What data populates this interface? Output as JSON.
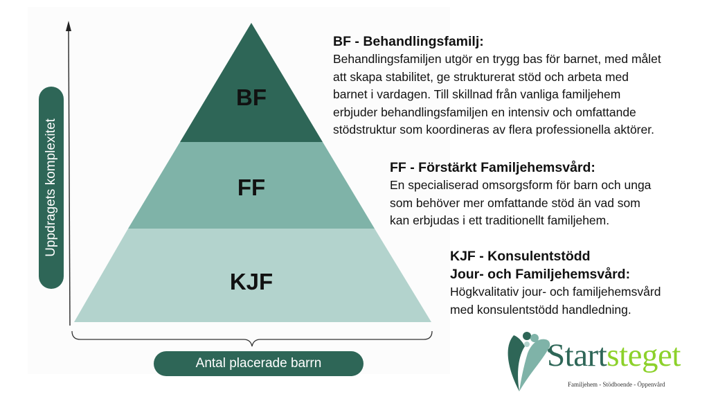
{
  "colors": {
    "bf": "#2e6657",
    "ff": "#7fb3a8",
    "kjf": "#b3d3cd",
    "axis_pill": "#2e6657",
    "logo_dark": "#2e6657",
    "logo_light": "#8cd12a"
  },
  "pyramid": {
    "levels": [
      {
        "label": "BF"
      },
      {
        "label": "FF"
      },
      {
        "label": "KJF"
      }
    ]
  },
  "axes": {
    "y_label": "Uppdragets komplexitet",
    "x_label": "Antal placerade barrn"
  },
  "descriptions": [
    {
      "title": "BF - Behandlingsfamilj:",
      "lines": [
        "Behandlingsfamiljen utgör en trygg bas för barnet, med målet",
        "att skapa stabilitet, ge strukturerat stöd och arbeta med",
        "barnet i vardagen. Till skillnad från vanliga familjehem",
        "erbjuder behandlingsfamiljen en intensiv och omfattande",
        "stödstruktur som koordineras av flera professionella aktörer."
      ]
    },
    {
      "title": "FF - Förstärkt Familjehemsvård:",
      "lines": [
        "En specialiserad omsorgsform för barn och unga",
        "som behöver mer omfattande stöd än vad som",
        "kan erbjudas i ett traditionellt familjehem."
      ]
    },
    {
      "title": "KJF - Konsulentstödd",
      "title2": "Jour- och Familjehemsvård:",
      "lines": [
        "Högkvalitativ jour- och familjehemsvård",
        "med konsulentstödd handledning."
      ]
    }
  ],
  "logo": {
    "name_part1": "Start",
    "name_part2": "steget",
    "tagline": "Familjehem - Stödboende - Öppenvård"
  }
}
